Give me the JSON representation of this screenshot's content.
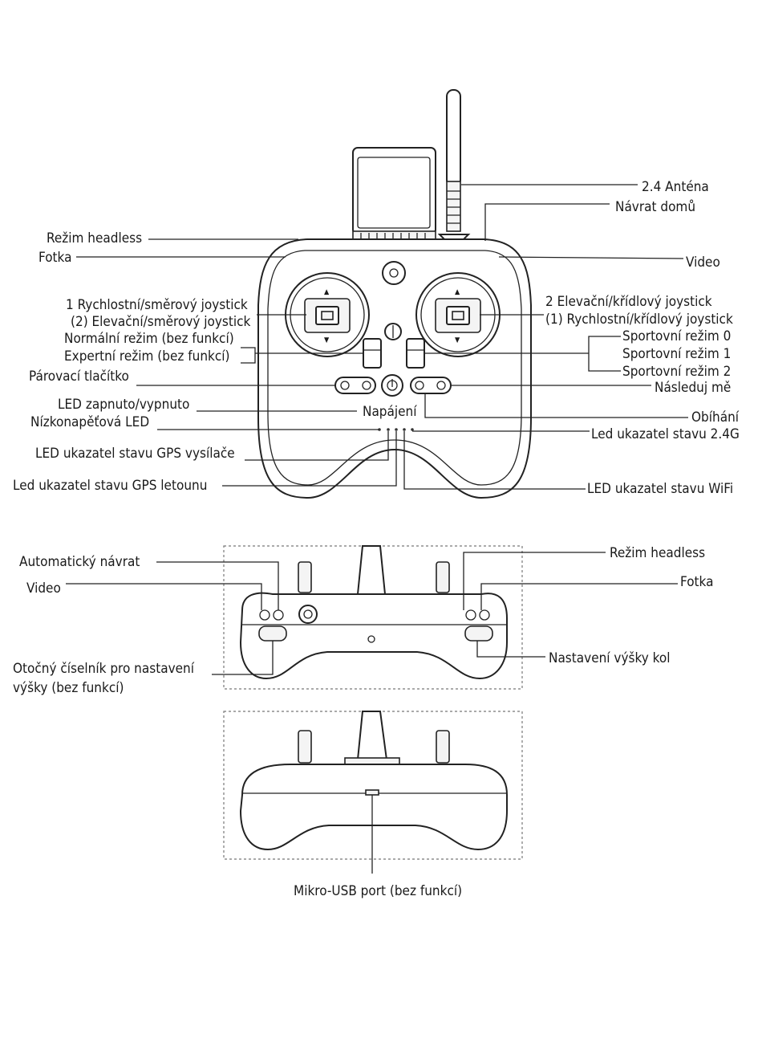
{
  "top_view": {
    "labels": {
      "antenna": "2.4 Anténa",
      "return_home": "Návrat domů",
      "headless": "Režim headless",
      "photo": "Fotka",
      "video": "Video",
      "left_joystick_mode1": "1 Rychlostní/směrový joystick",
      "left_joystick_mode2": "(2) Elevační/směrový joystick",
      "right_joystick_mode2": "2 Elevační/křídlový joystick",
      "right_joystick_mode1": "(1) Rychlostní/křídlový joystick",
      "normal_mode": "Normální režim (bez funkcí)",
      "expert_mode": "Expertní režim (bez funkcí)",
      "sport_mode_0": "Sportovní režim 0",
      "sport_mode_1": "Sportovní režim 1",
      "sport_mode_2": "Sportovní režim 2",
      "pairing_button": "Párovací tlačítko",
      "follow_me": "Následuj mě",
      "led_toggle": "LED zapnuto/vypnuto",
      "power": "Napájení",
      "orbit": "Obíhání",
      "low_voltage_led": "Nízkonapěťová LED",
      "led_2_4g": "Led ukazatel stavu 2.4G",
      "led_gps_transmitter": "LED ukazatel stavu GPS vysílače",
      "led_gps_aircraft": "Led ukazatel stavu GPS letounu",
      "led_wifi": "LED ukazatel stavu WiFi"
    }
  },
  "front_view": {
    "labels": {
      "auto_return": "Automatický návrat",
      "video": "Video",
      "headless": "Režim headless",
      "photo": "Fotka",
      "dial_line1": "Otočný číselník pro nastavení",
      "dial_line2": "výšky (bez funkcí)",
      "wheel_height": "Nastavení výšky kol"
    }
  },
  "bottom_view": {
    "labels": {
      "micro_usb": "Mikro-USB port (bez funkcí)"
    }
  }
}
